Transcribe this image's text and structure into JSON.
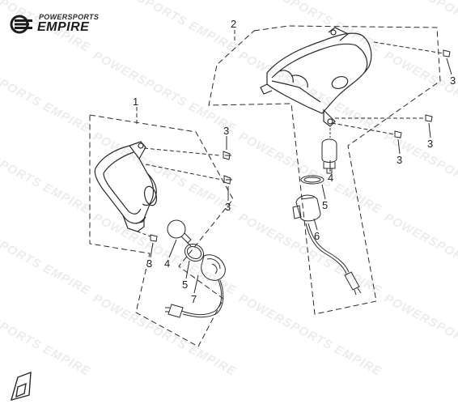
{
  "brand": {
    "top": "POWERSPORTS",
    "main": "EMPIRE"
  },
  "watermark": "POWERSPORTS EMPIRE",
  "callouts": {
    "group1": "1",
    "group2": "2",
    "screw": "3",
    "bulb": "4",
    "gasket": "5",
    "socket_front": "6",
    "socket_rear": "7"
  },
  "colors": {
    "line": "#2a2a2a",
    "dashed": "#3a3a3a"
  }
}
